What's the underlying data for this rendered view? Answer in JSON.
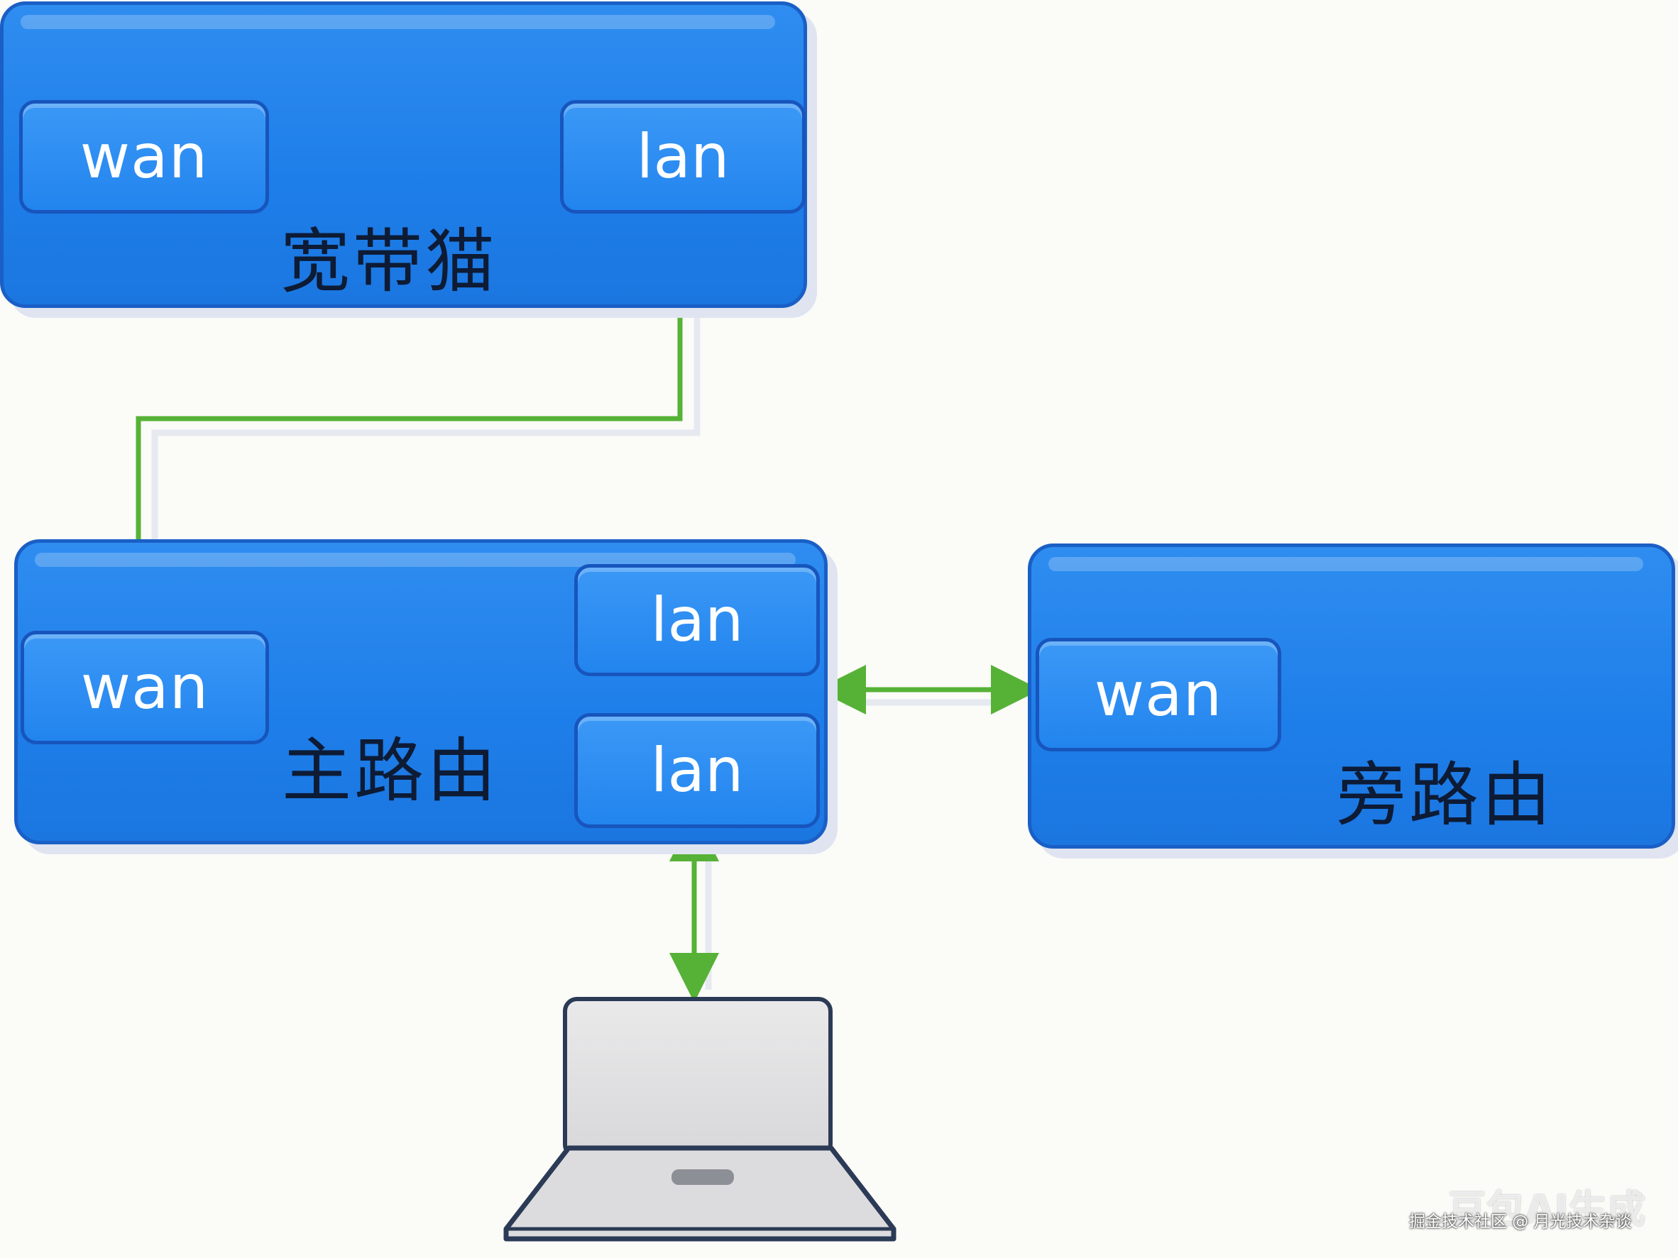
{
  "devices": {
    "modem": {
      "label": "宽带猫",
      "wan": "wan",
      "lan": "lan"
    },
    "main_router": {
      "label": "主路由",
      "wan": "wan",
      "lan1": "lan",
      "lan2": "lan"
    },
    "side_router": {
      "label": "旁路由",
      "wan": "wan"
    }
  },
  "colors": {
    "device_fill": "#1e7ee9",
    "device_border": "#1a5fc6",
    "link": "#56b236",
    "label_text": "#0d1b35"
  },
  "watermark": {
    "ai_badge": "豆包AI生成",
    "source": "掘金技术社区 @ 月光技术杂谈"
  }
}
